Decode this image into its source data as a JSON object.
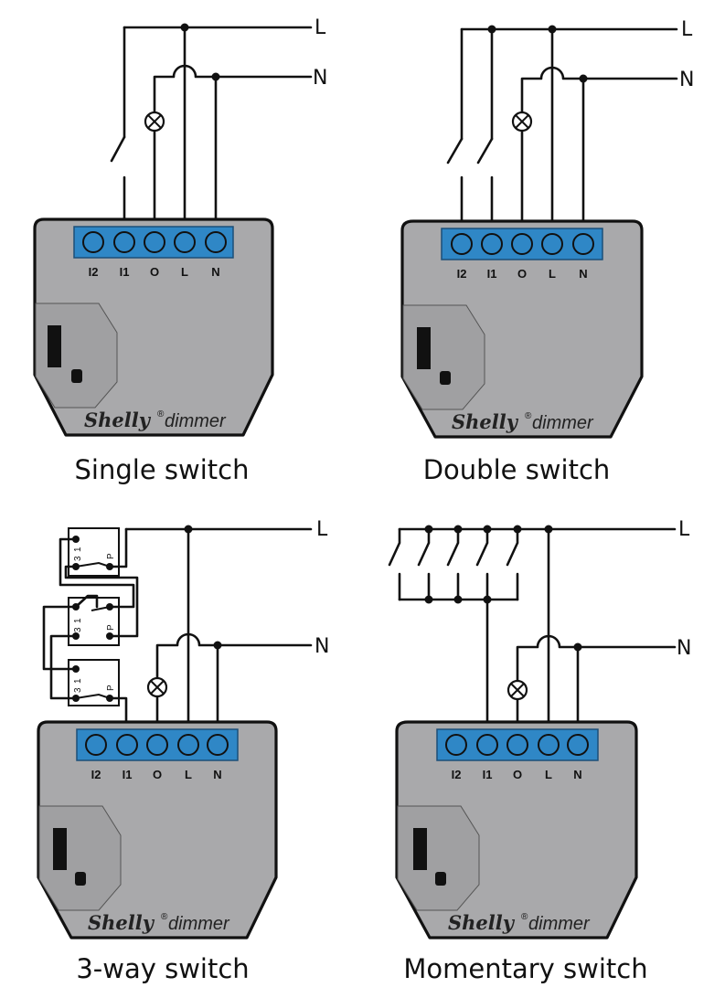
{
  "line_labels": {
    "live": "L",
    "neutral": "N"
  },
  "terminals": [
    "I2",
    "I1",
    "O",
    "L",
    "N"
  ],
  "brand": {
    "name": "Shelly",
    "reg": "®",
    "product": "dimmer"
  },
  "switch_terminal_labels": {
    "one": "1",
    "three": "3",
    "p": "P"
  },
  "diagrams": [
    {
      "caption": "Single switch"
    },
    {
      "caption": "Double switch"
    },
    {
      "caption": "3-way switch"
    },
    {
      "caption": "Momentary switch"
    }
  ]
}
